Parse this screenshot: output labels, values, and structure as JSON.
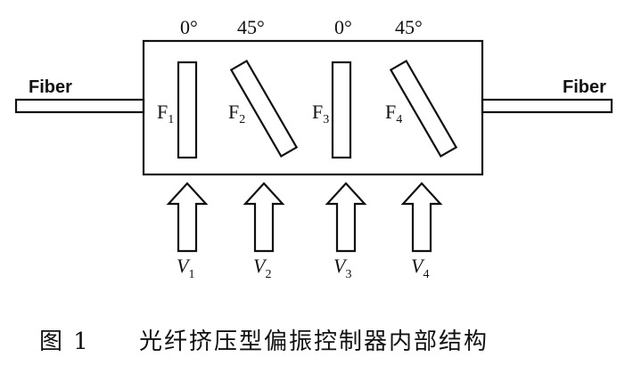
{
  "fiber": {
    "left_label": "Fiber",
    "right_label": "Fiber"
  },
  "filters": [
    {
      "name": "F",
      "sub": "1",
      "angle": "0°"
    },
    {
      "name": "F",
      "sub": "2",
      "angle": "45°"
    },
    {
      "name": "F",
      "sub": "3",
      "angle": "0°"
    },
    {
      "name": "F",
      "sub": "4",
      "angle": "45°"
    }
  ],
  "voltages": [
    {
      "name": "V",
      "sub": "1"
    },
    {
      "name": "V",
      "sub": "2"
    },
    {
      "name": "V",
      "sub": "3"
    },
    {
      "name": "V",
      "sub": "4"
    }
  ],
  "caption": {
    "figure": "图 1",
    "text": "光纤挤压型偏振控制器内部结构"
  },
  "colors": {
    "stroke": "#111111",
    "background": "#ffffff"
  }
}
